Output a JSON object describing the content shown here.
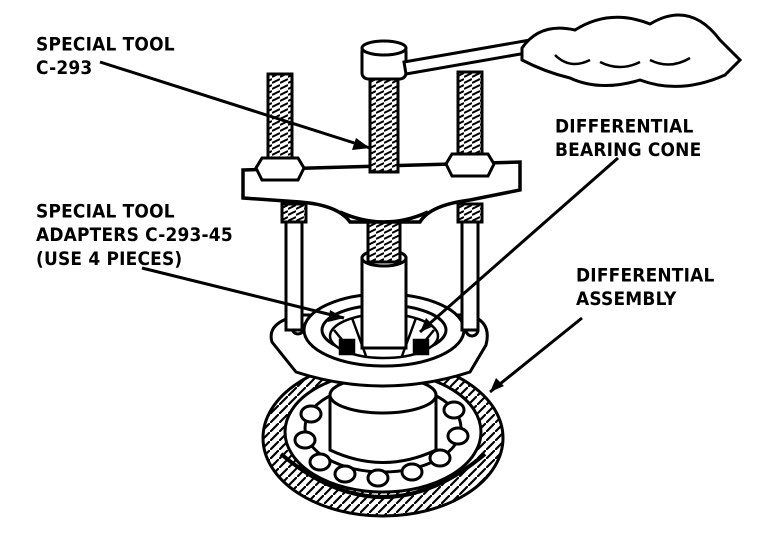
{
  "callouts": {
    "special_tool": {
      "line1": "SPECIAL TOOL",
      "line2": "C-293"
    },
    "bearing_cone": {
      "line1": "DIFFERENTIAL",
      "line2": "BEARING CONE"
    },
    "adapters": {
      "line1": "SPECIAL TOOL",
      "line2": "ADAPTERS C-293-45",
      "line3": "(USE 4 PIECES)"
    },
    "assembly": {
      "line1": "DIFFERENTIAL",
      "line2": "ASSEMBLY"
    }
  },
  "colors": {
    "ink": "#000000",
    "paper": "#ffffff"
  }
}
